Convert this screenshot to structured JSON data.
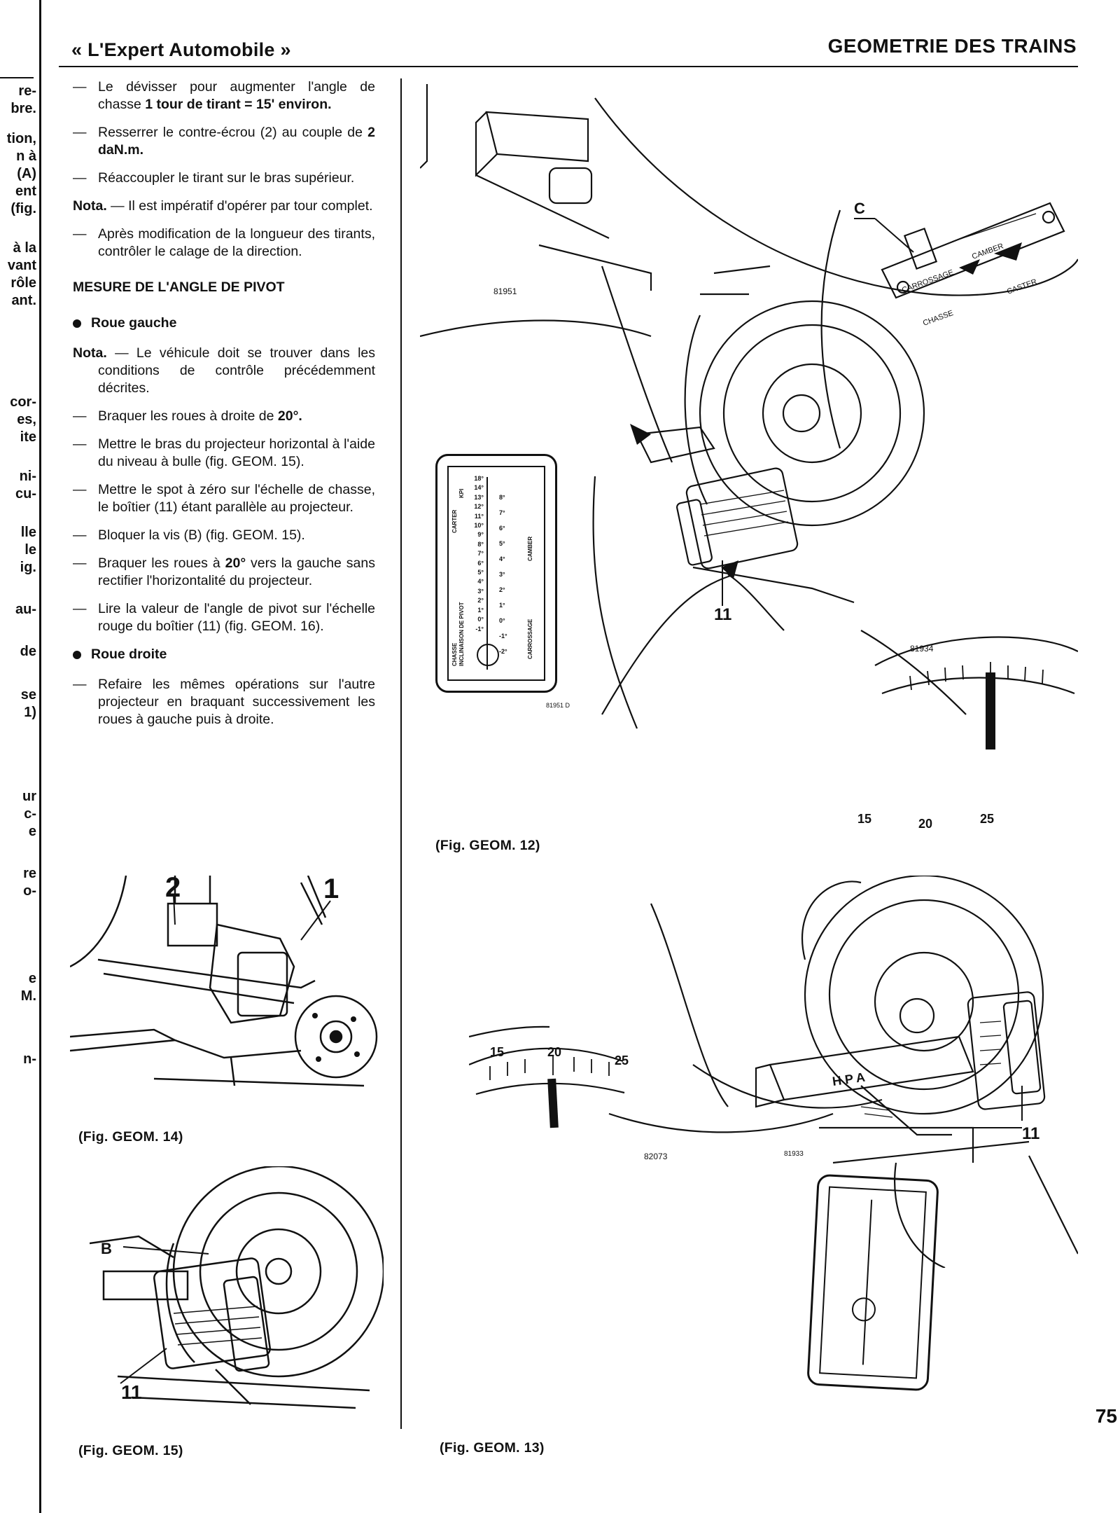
{
  "header": {
    "left": "« L'Expert Automobile »",
    "right": "GEOMETRIE DES TRAINS"
  },
  "page_number": "75",
  "prev_page_fragments": [
    "re-",
    "bre.",
    "tion,",
    "n à",
    "(A)",
    "ent",
    "(fig.",
    "à la",
    "vant",
    "rôle",
    "ant.",
    "cor-",
    "es,",
    "ite",
    "ni-",
    "cu-",
    "lle",
    "le",
    "ig.",
    "au-",
    "de",
    "se",
    "1)",
    "ur",
    "c-",
    "e",
    "re",
    "o-",
    "e",
    "M.",
    "n-"
  ],
  "body": {
    "p1_a": "Le dévisser pour augmenter l'angle de chasse ",
    "p1_b": "1 tour de tirant = 15' environ.",
    "p2_a": "Resserrer le contre-écrou (2) au couple de ",
    "p2_b": "2 daN.m.",
    "p3": "Réaccoupler le tirant sur le bras supérieur.",
    "nota_label": "Nota.",
    "nota1": " — Il est impératif d'opérer par tour complet.",
    "p4": "Après modification de la longueur des tirants, contrôler le calage de la direction.",
    "section_title": "MESURE DE L'ANGLE DE PIVOT",
    "sub_left": "Roue gauche",
    "nota2": " — Le véhicule doit se trouver dans les conditions de contrôle précédemment décrites.",
    "p5_a": "Braquer les roues à droite de ",
    "p5_b": "20°.",
    "p6": "Mettre le bras du projecteur horizontal à l'aide du niveau à bulle (fig. GEOM. 15).",
    "p7": "Mettre le spot à zéro sur l'échelle de chasse, le boîtier (11) étant parallèle au projecteur.",
    "p8": "Bloquer la vis (B) (fig. GEOM. 15).",
    "p9_a": "Braquer les roues à ",
    "p9_b": "20°",
    "p9_c": " vers la gauche sans rectifier l'horizontalité du projecteur.",
    "p10": "Lire la valeur de l'angle de pivot sur l'échelle rouge du boîtier (11) (fig. GEOM. 16).",
    "sub_right": "Roue droite",
    "p11": "Refaire les mêmes opérations sur l'autre projecteur en braquant successivement les roues à gauche puis à droite.",
    "dash": "—"
  },
  "figures": {
    "fig12": {
      "caption": "(Fig. GEOM. 12)",
      "code_a": "81951",
      "code_b": "81934",
      "code_c": "81951 D",
      "label_c": "C",
      "label_11": "11",
      "plate": [
        "CARROSSAGE",
        "CAMBER",
        "CHASSE",
        "CASTER"
      ],
      "scale_ticks": [
        "15",
        "20",
        "25"
      ],
      "box_left_scale": [
        "18°",
        "14°",
        "13°",
        "12°",
        "11°",
        "10°",
        "9°",
        "8°",
        "7°",
        "6°",
        "5°",
        "4°",
        "3°",
        "2°",
        "1°",
        "0°",
        "-1°"
      ],
      "box_right_scale": [
        "8°",
        "7°",
        "6°",
        "5°",
        "4°",
        "3°",
        "2°",
        "1°",
        "0°",
        "-1°",
        "-2°"
      ],
      "box_words": [
        "CHASSE",
        "INCLINAISON DE PIVOT",
        "CARTER",
        "KPI",
        "CAMBER",
        "CARROSSAGE"
      ]
    },
    "fig13": {
      "caption": "(Fig. GEOM. 13)",
      "code_a": "82073",
      "code_b": "81933",
      "label_11": "11",
      "bar_text": "H P A",
      "scale_ticks": [
        "15",
        "20",
        "25"
      ]
    },
    "fig14": {
      "caption": "(Fig. GEOM. 14)",
      "label_1": "1",
      "label_2": "2"
    },
    "fig15": {
      "caption": "(Fig. GEOM. 15)",
      "label_b": "B",
      "label_11": "11"
    }
  }
}
